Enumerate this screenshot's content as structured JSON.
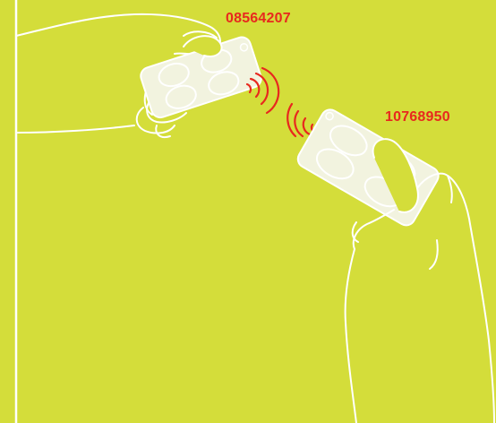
{
  "colors": {
    "background": "#d4dd3a",
    "outline": "#ffffff",
    "device_fill": "#f2f3df",
    "id_text": "#e8281e",
    "signal": "#e8281e"
  },
  "devices": [
    {
      "id": "08564207",
      "icon": "four-button-remote-left"
    },
    {
      "id": "10768950",
      "icon": "four-button-remote-right"
    }
  ]
}
